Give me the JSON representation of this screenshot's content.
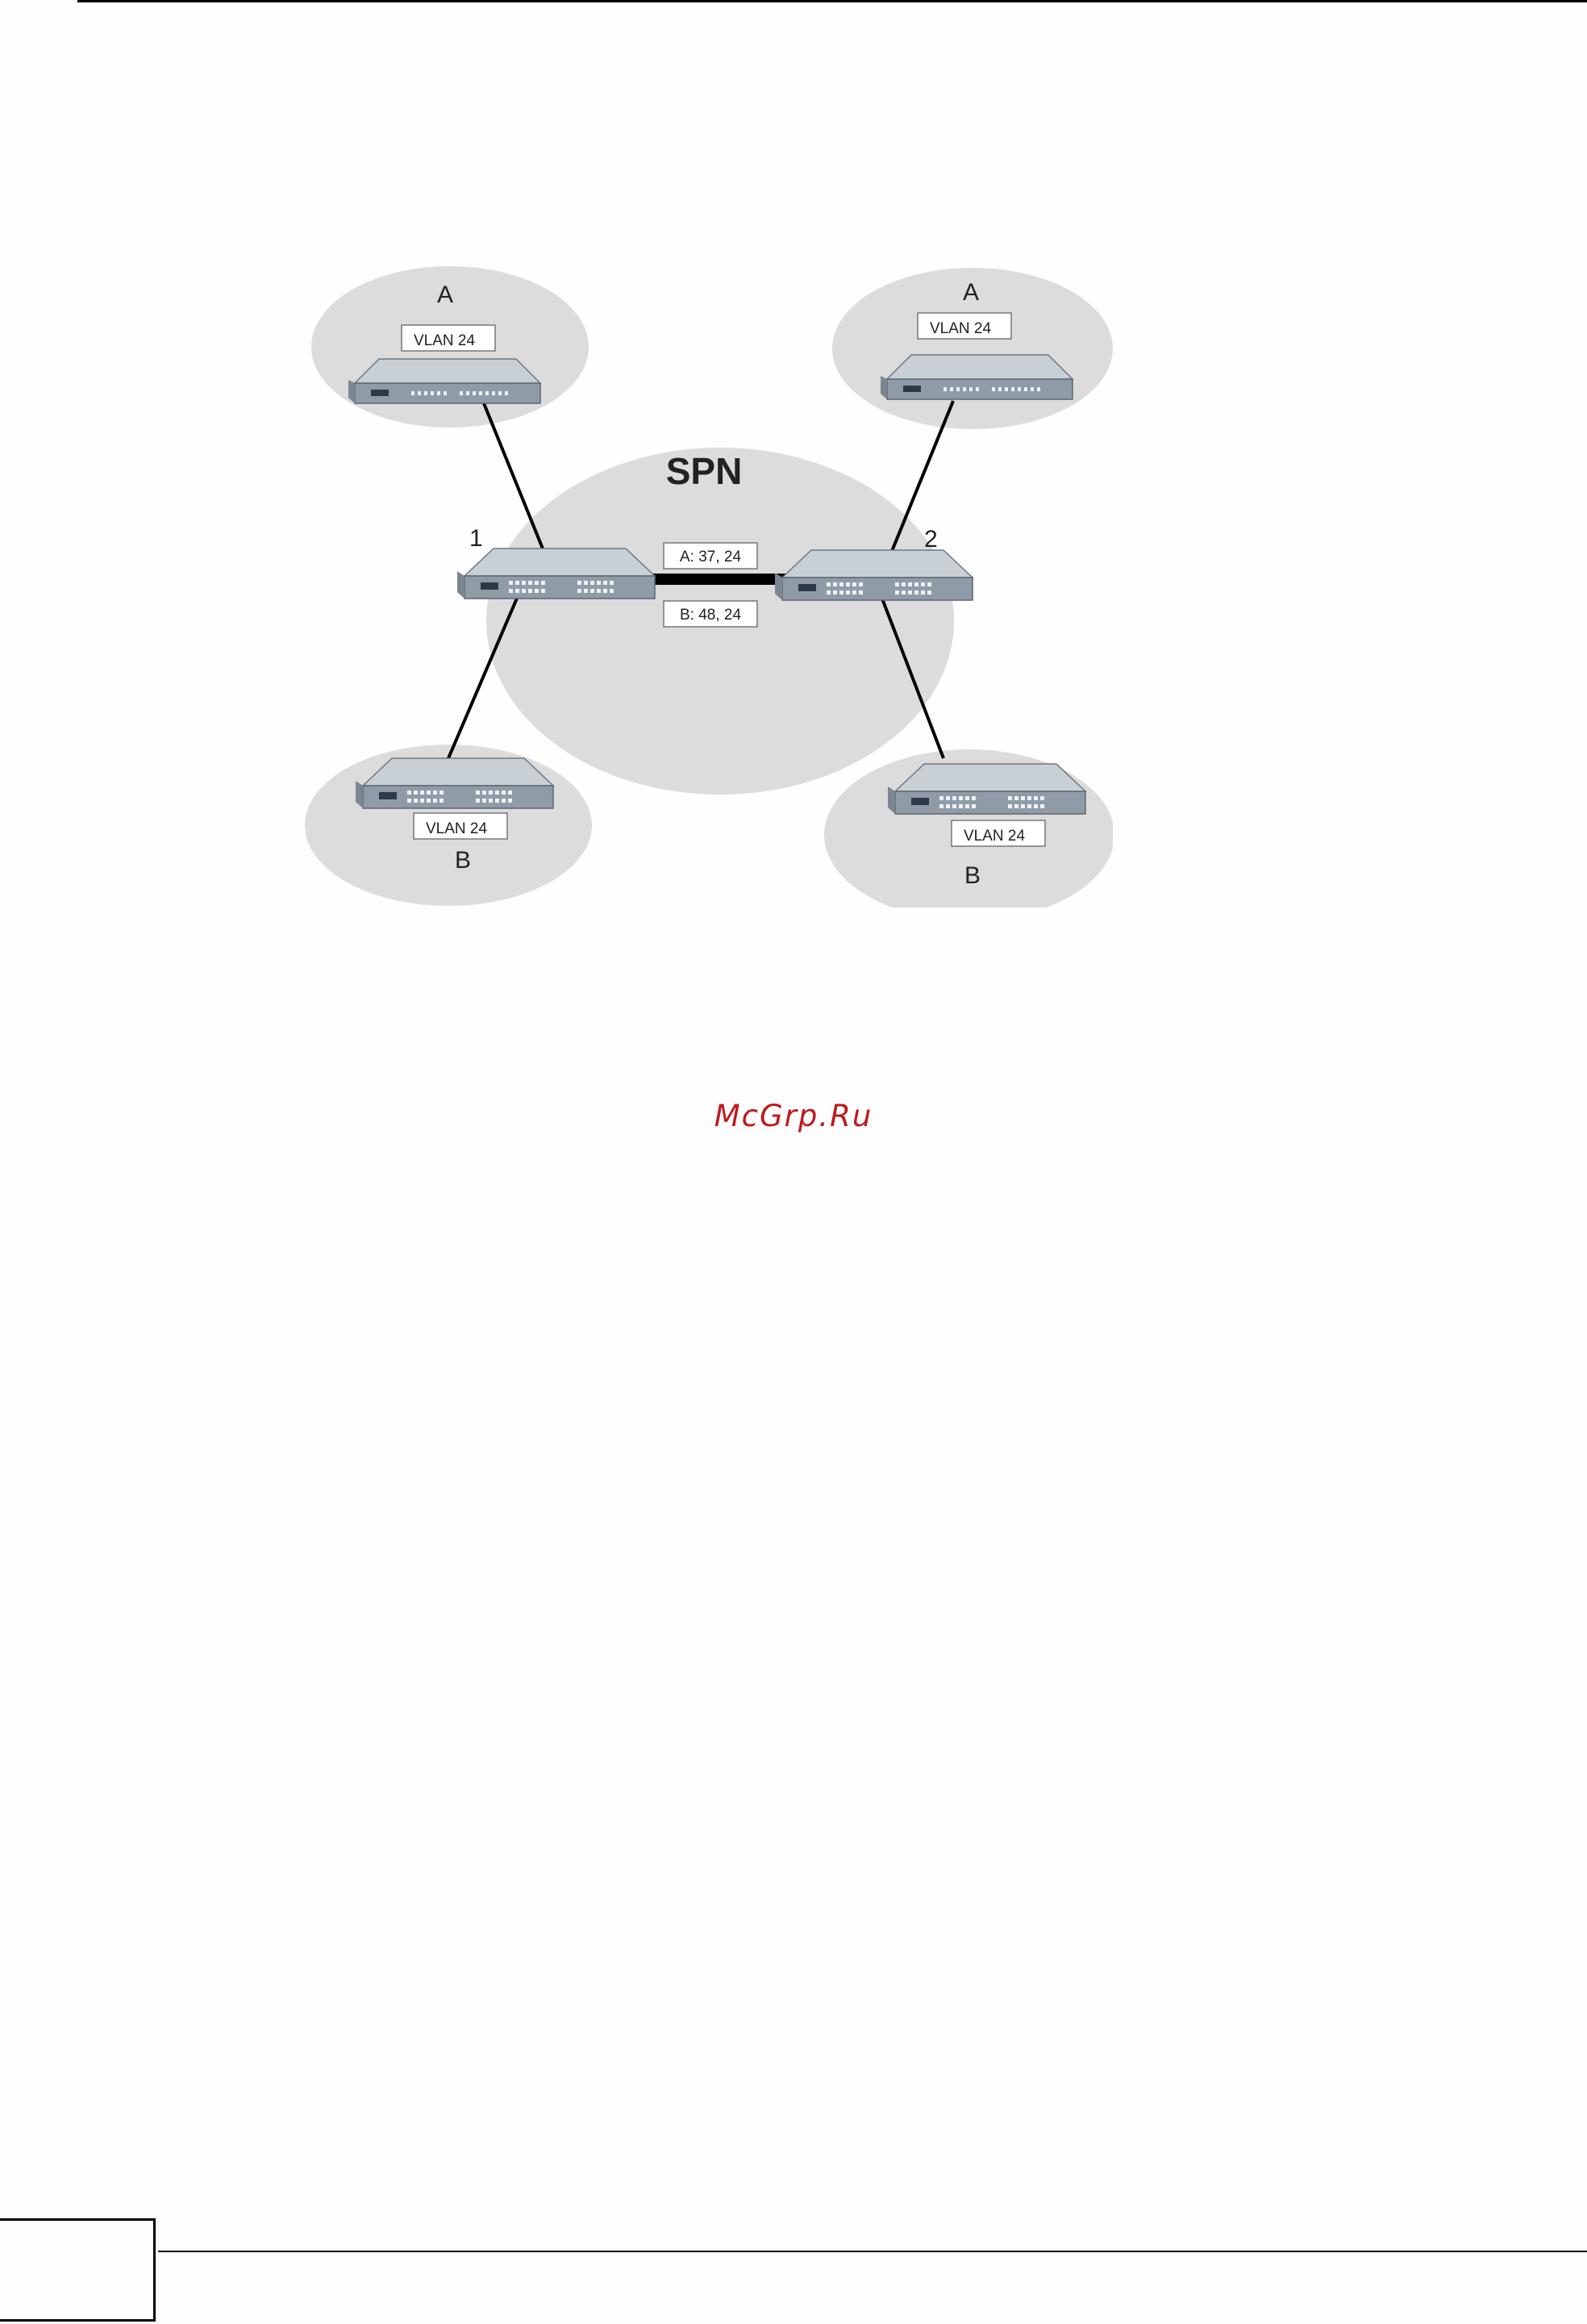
{
  "diagram": {
    "spn_label": "SPN",
    "switch_1_label": "1",
    "switch_2_label": "2",
    "tunnel_a_label": "A: 37, 24",
    "tunnel_b_label": "B: 48, 24",
    "site_top_left": {
      "group": "A",
      "vlan": "VLAN 24"
    },
    "site_top_right": {
      "group": "A",
      "vlan": "VLAN 24"
    },
    "site_bottom_left": {
      "group": "B",
      "vlan": "VLAN 24"
    },
    "site_bottom_right": {
      "group": "B",
      "vlan": "VLAN 24"
    },
    "colors": {
      "cloud": "#dcdcdc",
      "switch_top": "#c5cdd3",
      "switch_front": "#8d9aa5"
    }
  },
  "watermark": "McGrp.Ru",
  "icons": [
    "network-switch-icon"
  ]
}
